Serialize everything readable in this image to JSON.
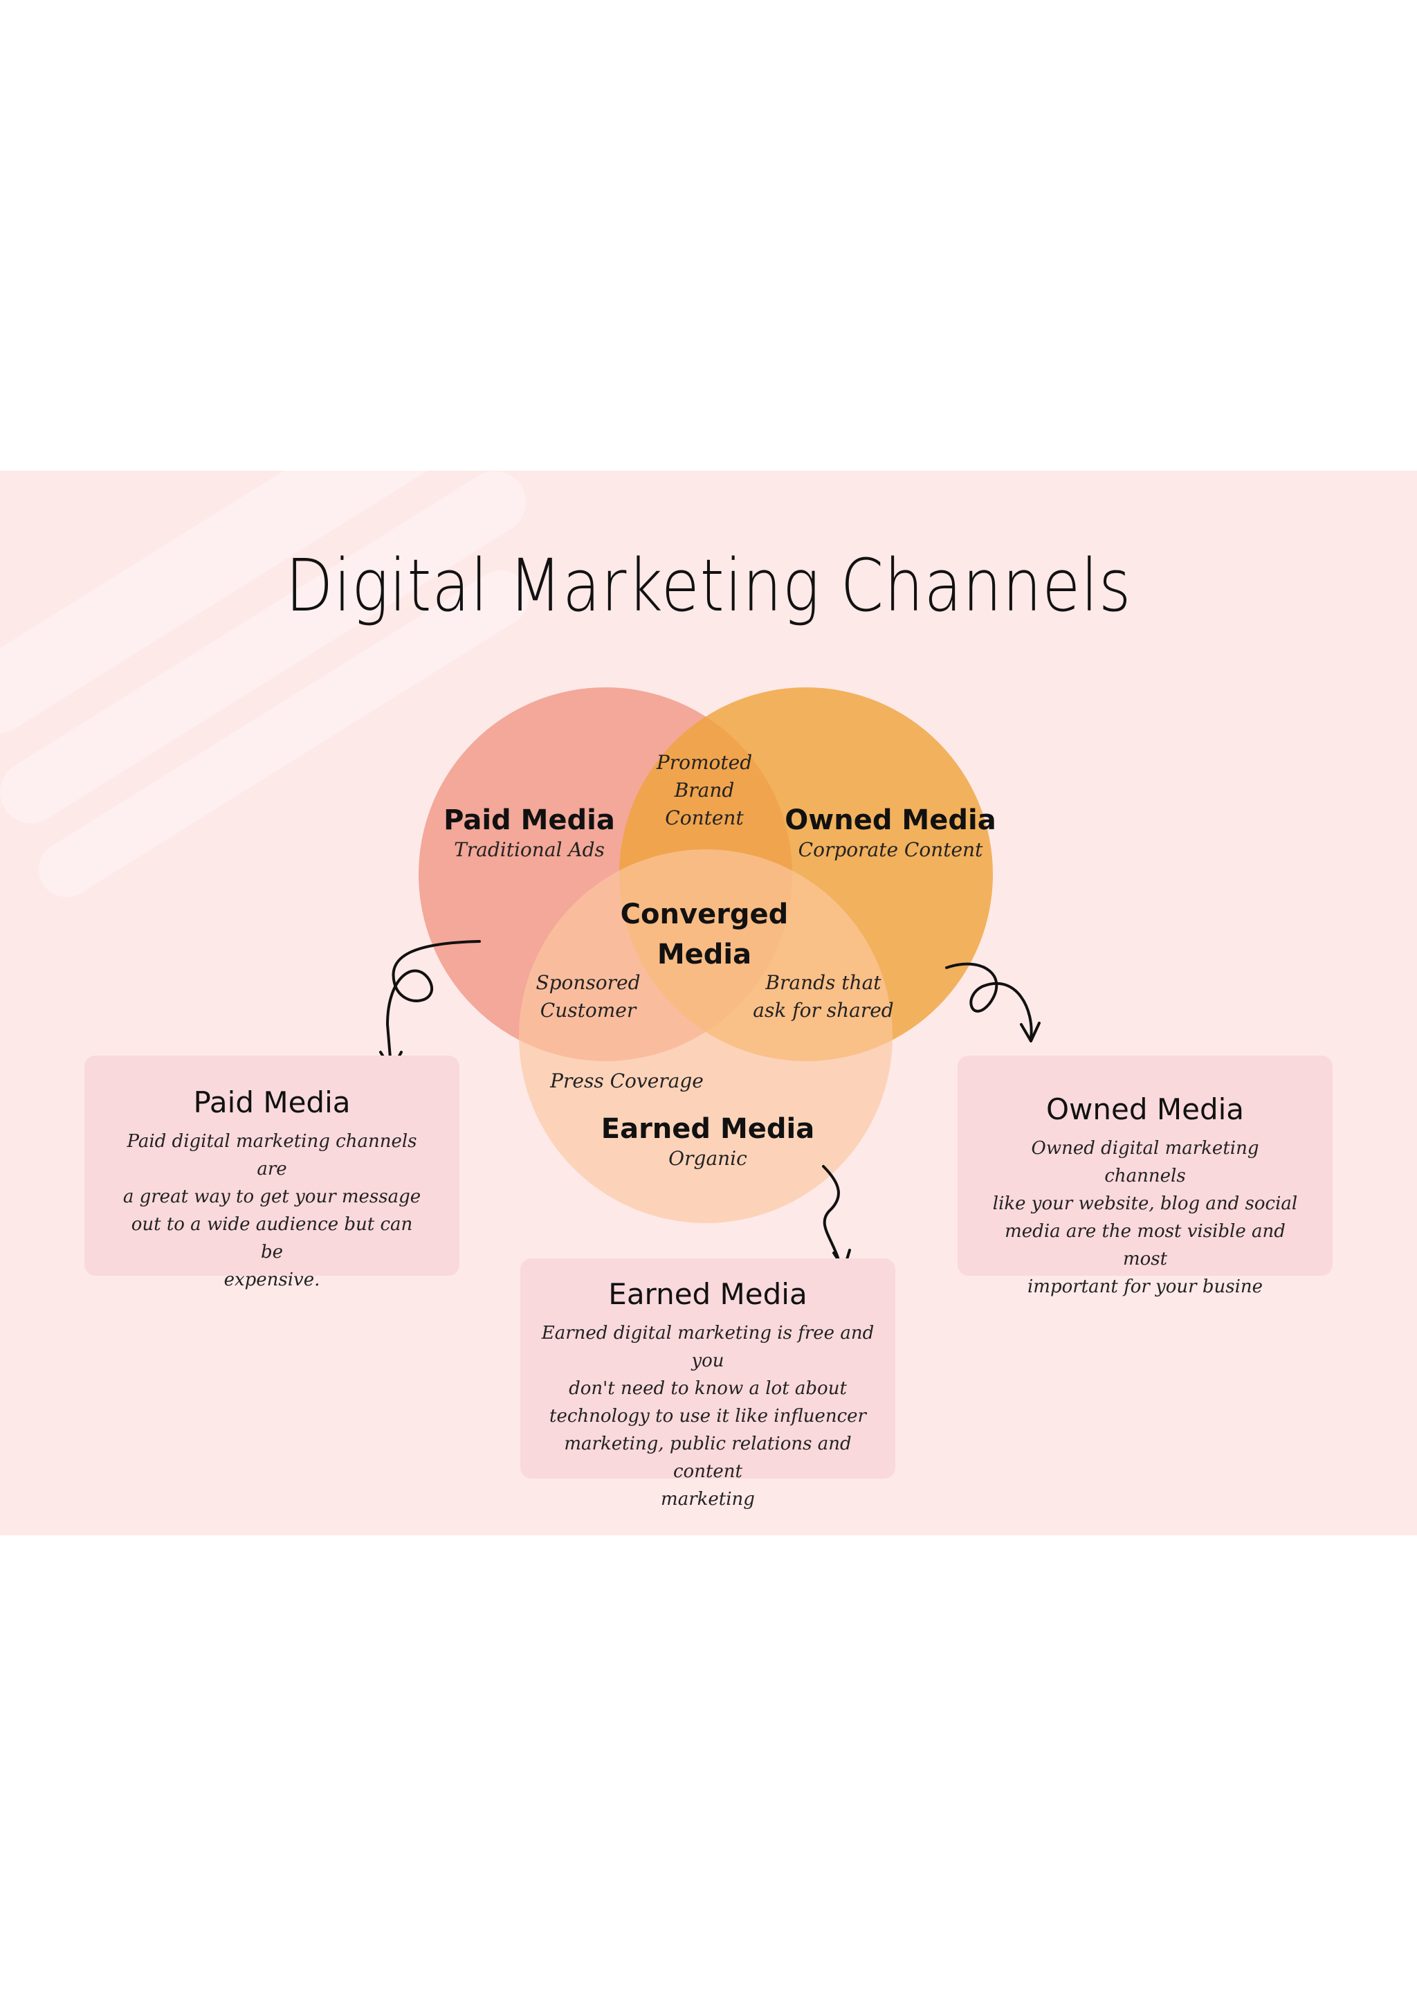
{
  "title": "Digital Marketing Channels",
  "colors": {
    "panel_bg": "#fde9e8",
    "paid_circle": "#ee8f7a",
    "owned_circle": "#efa33a",
    "earned_circle": "#fcc7a0",
    "card_bg": "#f9d9dc"
  },
  "venn": {
    "paid": {
      "title": "Paid Media",
      "subtitle": "Traditional Ads"
    },
    "owned": {
      "title": "Owned Media",
      "subtitle": "Corporate Content"
    },
    "earned": {
      "title": "Earned Media",
      "subtitle": "Organic"
    },
    "center": {
      "line1": "Converged",
      "line2": "Media"
    },
    "paid_owned": {
      "line1": "Promoted",
      "line2": "Brand",
      "line3": "Content"
    },
    "paid_earned": {
      "line1": "Sponsored",
      "line2": "Customer"
    },
    "owned_earned": {
      "line1": "Brands that",
      "line2": "ask for shared"
    },
    "earned_only": "Press Coverage"
  },
  "cards": {
    "paid": {
      "title": "Paid Media",
      "lines": [
        "Paid digital marketing channels are",
        "a great way to get your message",
        "out to a wide audience but can be",
        "expensive."
      ]
    },
    "owned": {
      "title": "Owned Media",
      "lines": [
        "Owned digital marketing channels",
        "like your website, blog and social",
        "media are the most visible and most",
        "important for your busine"
      ]
    },
    "earned": {
      "title": "Earned Media",
      "lines": [
        "Earned digital marketing is free and you",
        "don't need to know a lot about",
        "technology to use it like influencer",
        "marketing, public relations and content",
        "marketing"
      ]
    }
  }
}
